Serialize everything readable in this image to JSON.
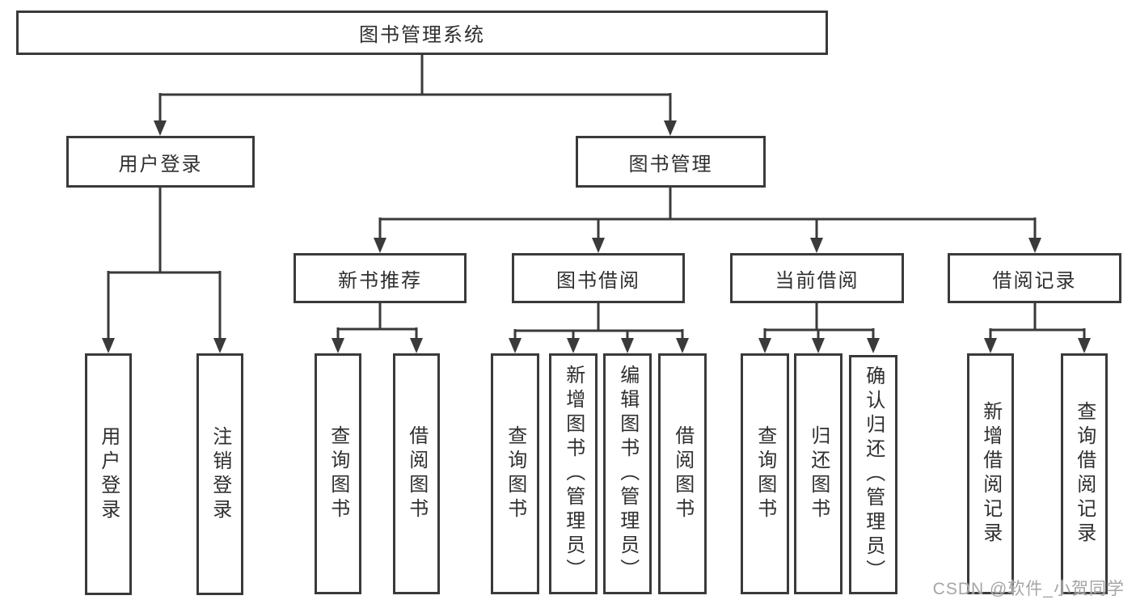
{
  "tree": {
    "root": {
      "label": "图书管理系统"
    },
    "branches": [
      {
        "label": "用户登录",
        "children": [
          {
            "label": "用户登录"
          },
          {
            "label": "注销登录"
          }
        ]
      },
      {
        "label": "图书管理",
        "children": [
          {
            "label": "新书推荐",
            "children": [
              {
                "label": "查询图书"
              },
              {
                "label": "借阅图书"
              }
            ]
          },
          {
            "label": "图书借阅",
            "children": [
              {
                "label": "查询图书"
              },
              {
                "label": "新增图书（管理员）"
              },
              {
                "label": "编辑图书（管理员）"
              },
              {
                "label": "借阅图书"
              }
            ]
          },
          {
            "label": "当前借阅",
            "children": [
              {
                "label": "查询图书"
              },
              {
                "label": "归还图书"
              },
              {
                "label": "确认归还（管理员）"
              }
            ]
          },
          {
            "label": "借阅记录",
            "children": [
              {
                "label": "新增借阅记录"
              },
              {
                "label": "查询借阅记录"
              }
            ]
          }
        ]
      }
    ]
  },
  "watermark": {
    "text": "CSDN @软件_小贺同学"
  },
  "colors": {
    "line": "#3a3a3a",
    "box_border": "#3a3a3a",
    "text": "#2f2f2f",
    "watermark": "#a5a5a5",
    "background": "#ffffff"
  }
}
